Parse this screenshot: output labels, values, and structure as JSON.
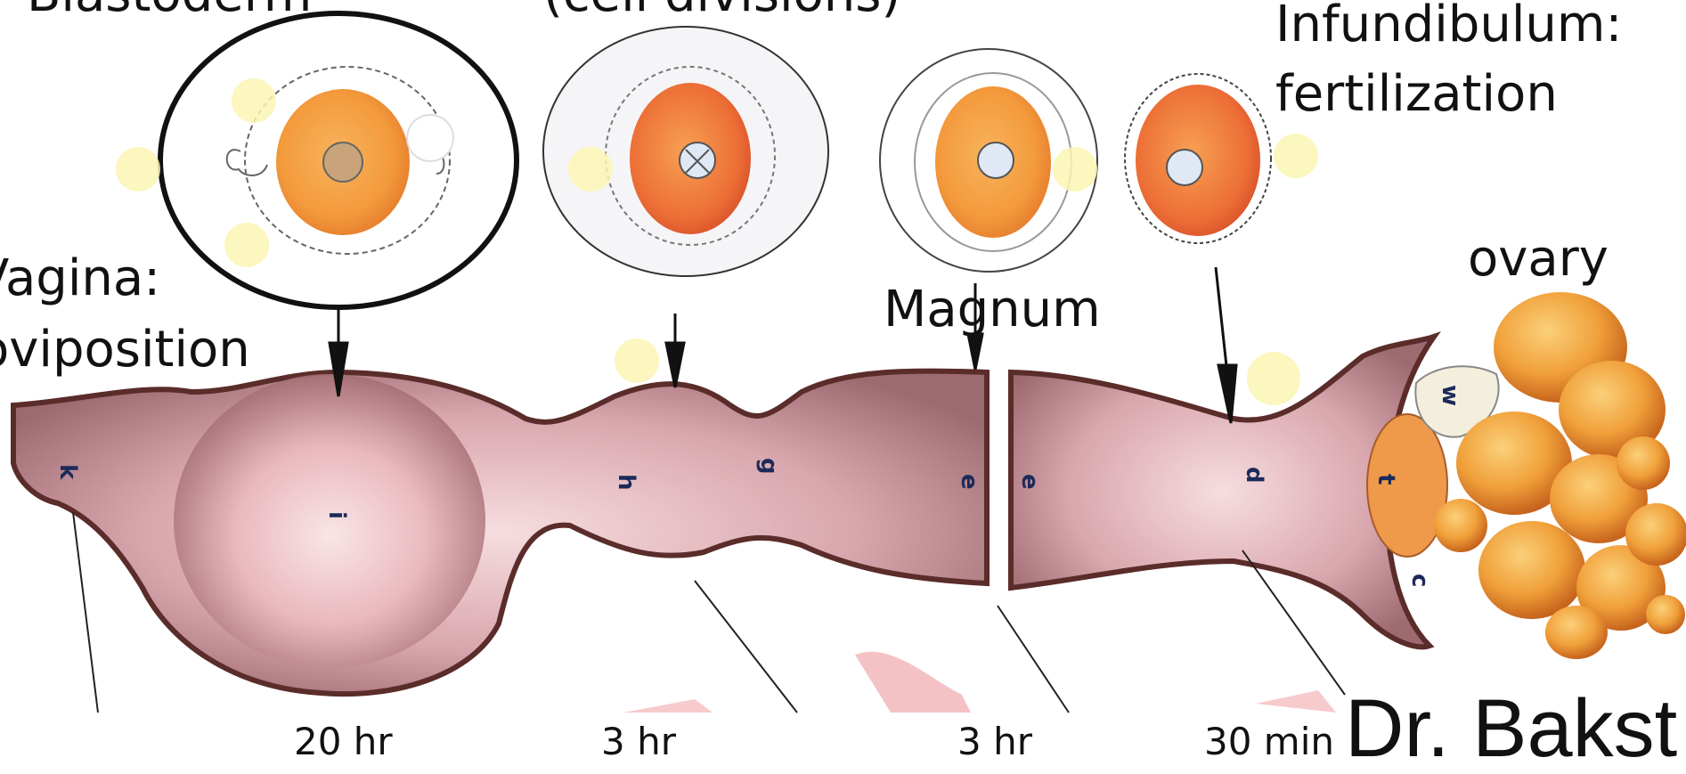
{
  "labels": {
    "blastoderm_top": "Blastoderm",
    "cell_divisions_top": "(cell divisions)",
    "infundibulum": "Infundibulum:",
    "fertilization": "fertilization",
    "vagina": "Vagina:",
    "oviposition": "oviposition",
    "magnum": "Magnum",
    "ovary": "ovary"
  },
  "segment_letters": [
    "k",
    "i",
    "h",
    "g",
    "e",
    "e",
    "d",
    "t",
    "w",
    "c"
  ],
  "times": [
    "20 hr",
    "3 hr",
    "3 hr",
    "30 min"
  ],
  "credit": "Dr. Bakst",
  "colors": {
    "oviduct": "#b98a93",
    "oviduct_light": "#f2cdd3",
    "oviduct_edge": "#5a2c2a",
    "yolk": "#f39a3c",
    "yolk_dark": "#e86b2a",
    "marker_dot": "#fbf4b4"
  }
}
